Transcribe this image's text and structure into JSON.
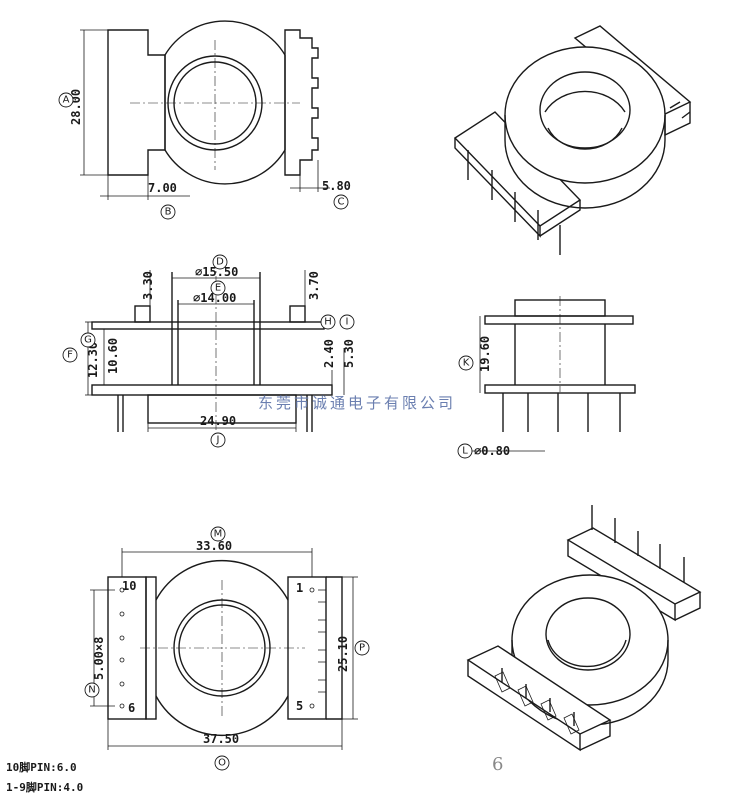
{
  "dimensions": {
    "a": {
      "label": "A",
      "value": "28.00"
    },
    "b": {
      "label": "B",
      "value": "7.00"
    },
    "c": {
      "label": "C",
      "value": "5.80"
    },
    "d": {
      "label": "D",
      "value": "⌀15.50"
    },
    "e": {
      "label": "E",
      "value": "⌀14.00"
    },
    "f": {
      "label": "F",
      "value": "12.30"
    },
    "g": {
      "label": "G",
      "value": "10.60"
    },
    "h": {
      "label": "H",
      "value": "2.40"
    },
    "i": {
      "label": "I",
      "value": "5.30"
    },
    "j": {
      "label": "J",
      "value": "24.90"
    },
    "k": {
      "label": "K",
      "value": "19.60"
    },
    "l": {
      "label": "L",
      "value": "⌀0.80"
    },
    "m": {
      "label": "M",
      "value": "33.60"
    },
    "n": {
      "label": "N",
      "value": "5.00×8"
    },
    "o": {
      "label": "O",
      "value": "37.50"
    },
    "p": {
      "label": "P",
      "value": "25.10"
    },
    "top_left": "3.30",
    "top_right": "3.70"
  },
  "pins": {
    "p10": "10",
    "p6": "6",
    "p1": "1",
    "p5": "5"
  },
  "notes": {
    "line1": "10脚PIN:6.0",
    "line2": "1-9脚PIN:4.0"
  },
  "watermark": "东莞市诚通电子有限公司",
  "page_number": "6"
}
